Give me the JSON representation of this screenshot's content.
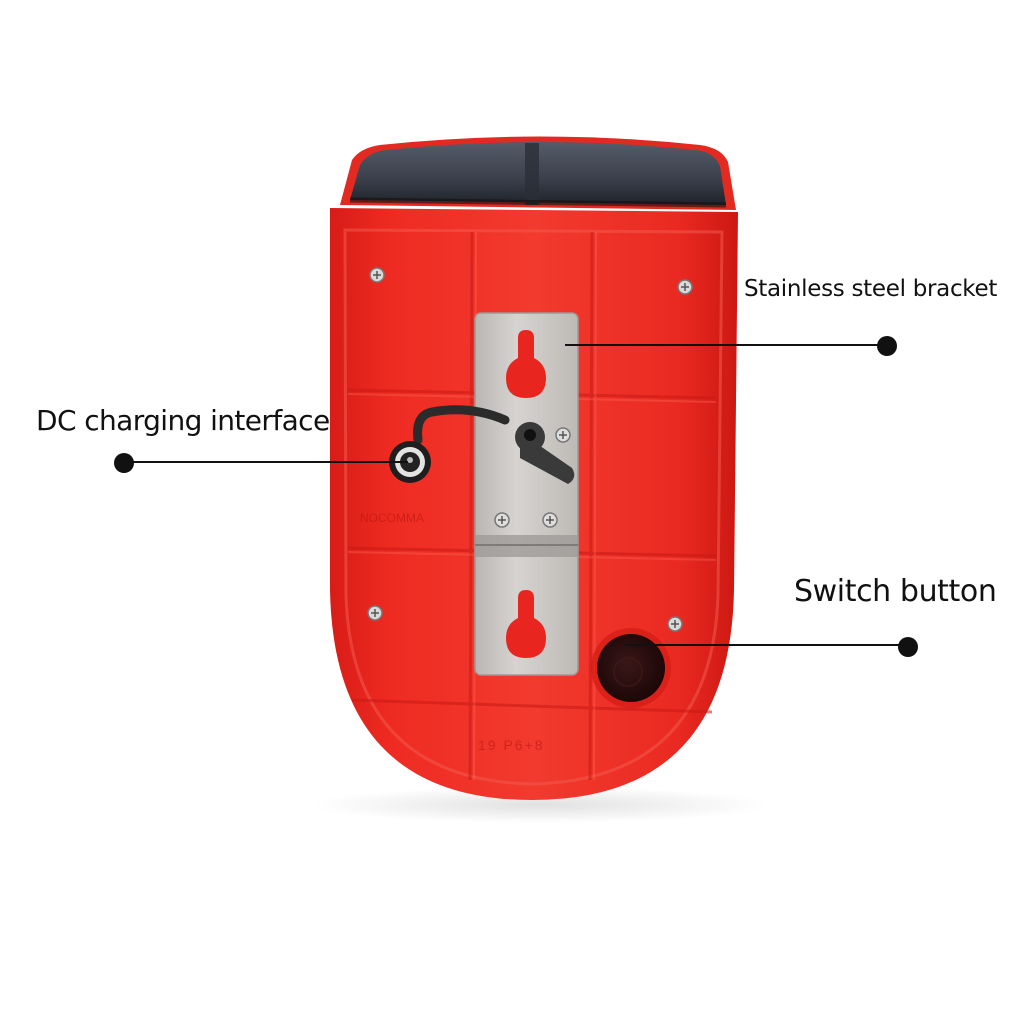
{
  "image": {
    "subject": "Red solar-powered alarm light, rear view with mounting bracket",
    "background_color": "#ffffff",
    "body_color": "#e8261f",
    "solar_panel_color": "#2f3440",
    "bracket_color": "#c9c6c2",
    "switch_color": "#2a0e0e"
  },
  "callouts": [
    {
      "id": "bracket",
      "label": "Stainless steel bracket",
      "dot_side": "right"
    },
    {
      "id": "dc",
      "label": "DC charging interface",
      "dot_side": "left"
    },
    {
      "id": "switch",
      "label": "Switch button",
      "dot_side": "right"
    }
  ],
  "embossed_text": {
    "side": "NOCOMMA",
    "bottom": "19 P6+8"
  }
}
